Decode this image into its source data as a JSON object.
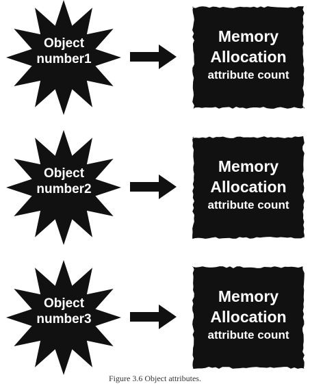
{
  "rows": [
    {
      "object": {
        "line1": "Object",
        "line2": "number1"
      },
      "memory": {
        "line1": "Memory",
        "line2": "Allocation",
        "line3": "attribute count"
      }
    },
    {
      "object": {
        "line1": "Object",
        "line2": "number2"
      },
      "memory": {
        "line1": "Memory",
        "line2": "Allocation",
        "line3": "attribute count"
      }
    },
    {
      "object": {
        "line1": "Object",
        "line2": "number3"
      },
      "memory": {
        "line1": "Memory",
        "line2": "Allocation",
        "line3": "attribute count"
      }
    }
  ],
  "caption": "Figure 3.6 Object attributes.",
  "colors": {
    "shape_fill": "#111111",
    "text_on_shape": "#ffffff",
    "caption_text": "#333333"
  }
}
